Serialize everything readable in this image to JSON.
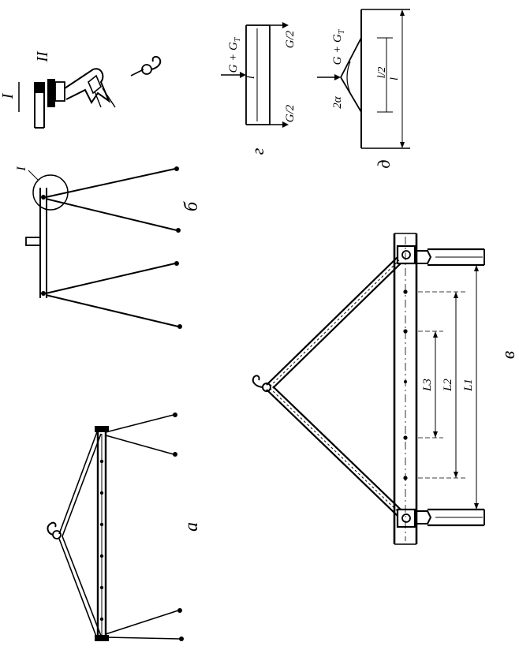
{
  "panels": {
    "a": "а",
    "b": "б",
    "v": "в",
    "g": "г",
    "d": "д"
  },
  "detail": {
    "marker": "I",
    "view_label": "I",
    "section_label": "II"
  },
  "panel_g": {
    "load_label": "G + G",
    "load_sub": "T",
    "half_top": "G/2",
    "half_bottom": "G/2",
    "span": "l"
  },
  "panel_d": {
    "load_label": "G + G",
    "load_sub": "T",
    "angle": "2α",
    "span": "l",
    "half_span": "l/2"
  },
  "panel_v": {
    "dims": [
      "L3",
      "L2",
      "L1"
    ]
  }
}
